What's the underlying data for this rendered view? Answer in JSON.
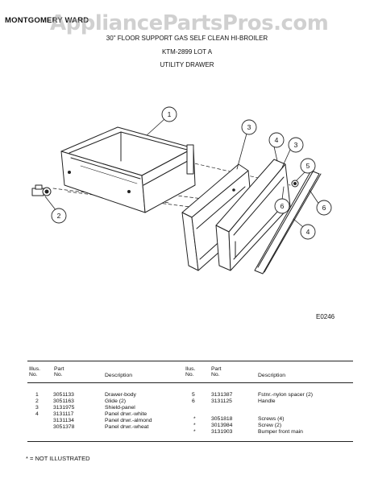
{
  "header": {
    "brand": "MONTGOMERY WARD",
    "watermark": "AppliancePartsPros.com"
  },
  "titles": {
    "line1": "30\" FLOOR SUPPORT GAS SELF CLEAN HI-BROILER",
    "line2": "KTM-2899 LOT A",
    "line3": "UTILITY DRAWER"
  },
  "diagram": {
    "code": "E0246",
    "callouts": [
      "1",
      "2",
      "3",
      "4",
      "3",
      "5",
      "6",
      "6",
      "4"
    ]
  },
  "table": {
    "headers": {
      "illus_top": "Illus.",
      "illus_bottom": "No.",
      "part_top": "Part",
      "part_bottom": "No.",
      "description": "Description",
      "illus2_top": "Ilus.",
      "illus2_bottom": "No.",
      "part2_top": "Part",
      "part2_bottom": "No.",
      "description2": "Description"
    },
    "left_rows": [
      {
        "illus": "1",
        "part": "3051133",
        "desc": "Drawer-body"
      },
      {
        "illus": "2",
        "part": "3051163",
        "desc": "Glide (2)"
      },
      {
        "illus": "3",
        "part": "3131975",
        "desc": "Shield-panel"
      },
      {
        "illus": "4",
        "part": "3131117",
        "desc": "Panel drwr.-white"
      },
      {
        "illus": "",
        "part": "3131134",
        "desc": "Panel drwr.-almond"
      },
      {
        "illus": "",
        "part": "3051378",
        "desc": "Panel drwr.-wheat"
      }
    ],
    "right_rows": [
      {
        "illus": "5",
        "part": "3131387",
        "desc": "Fstnr.-nylon spacer (2)"
      },
      {
        "illus": "6",
        "part": "3131125",
        "desc": "Handle"
      },
      {
        "illus": "",
        "part": "",
        "desc": ""
      },
      {
        "illus": "*",
        "part": "3051818",
        "desc": "Screws (4)"
      },
      {
        "illus": "*",
        "part": "3013984",
        "desc": "Screw (2)"
      },
      {
        "illus": "*",
        "part": "3131903",
        "desc": "Bumper front main"
      }
    ]
  },
  "footnote": "* = NOT ILLUSTRATED"
}
